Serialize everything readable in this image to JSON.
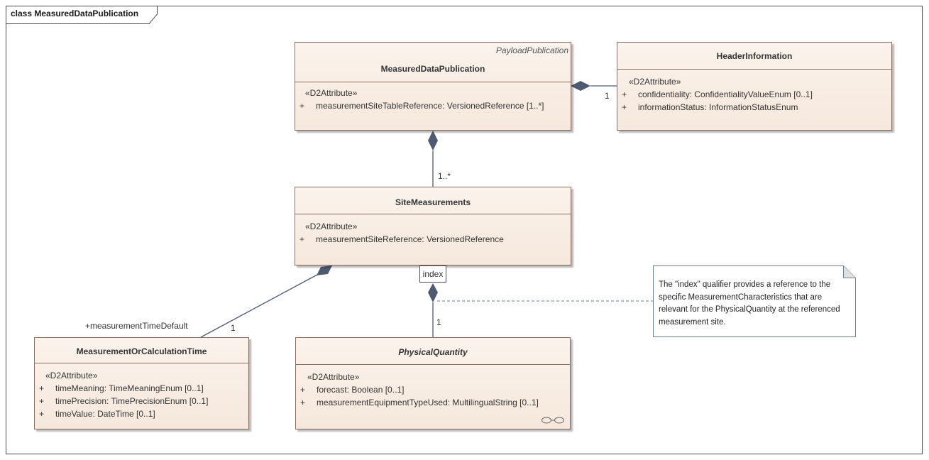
{
  "frame": {
    "title": "class MeasuredDataPublication"
  },
  "classes": {
    "measured_data_publication": {
      "name": "MeasuredDataPublication",
      "parent": "PayloadPublication",
      "stereotype": "«D2Attribute»",
      "attributes": [
        {
          "vis": "+",
          "text": "measurementSiteTableReference: VersionedReference [1..*]"
        }
      ]
    },
    "header_information": {
      "name": "HeaderInformation",
      "stereotype": "«D2Attribute»",
      "attributes": [
        {
          "vis": "+",
          "text": "confidentiality: ConfidentialityValueEnum [0..1]"
        },
        {
          "vis": "+",
          "text": "informationStatus: InformationStatusEnum"
        }
      ]
    },
    "site_measurements": {
      "name": "SiteMeasurements",
      "stereotype": "«D2Attribute»",
      "attributes": [
        {
          "vis": "+",
          "text": "measurementSiteReference: VersionedReference"
        }
      ]
    },
    "measurement_or_calculation_time": {
      "name": "MeasurementOrCalculationTime",
      "stereotype": "«D2Attribute»",
      "attributes": [
        {
          "vis": "+",
          "text": "timeMeaning: TimeMeaningEnum [0..1]"
        },
        {
          "vis": "+",
          "text": "timePrecision: TimePrecisionEnum [0..1]"
        },
        {
          "vis": "+",
          "text": "timeValue: DateTime [0..1]"
        }
      ]
    },
    "physical_quantity": {
      "name": "PhysicalQuantity",
      "stereotype": "«D2Attribute»",
      "attributes": [
        {
          "vis": "+",
          "text": "forecast: Boolean [0..1]"
        },
        {
          "vis": "+",
          "text": "measurementEquipmentTypeUsed: MultilingualString [0..1]"
        }
      ]
    }
  },
  "associations": {
    "header_multiplicity": "1",
    "site_measurements_multiplicity": "1..*",
    "time_default_role": "+measurementTimeDefault",
    "time_default_multiplicity": "1",
    "physical_quantity_qualifier": "index",
    "physical_quantity_multiplicity": "1"
  },
  "note": {
    "text": "The \"index\" qualifier provides a reference to the specific MeasurementCharacteristics that are relevant for the PhysicalQuantity at the referenced measurement site."
  },
  "colors": {
    "class_fill": "#f8ede4",
    "class_border": "#8a6f60",
    "connector": "#4e5a72",
    "note_border": "#6a7f96"
  }
}
